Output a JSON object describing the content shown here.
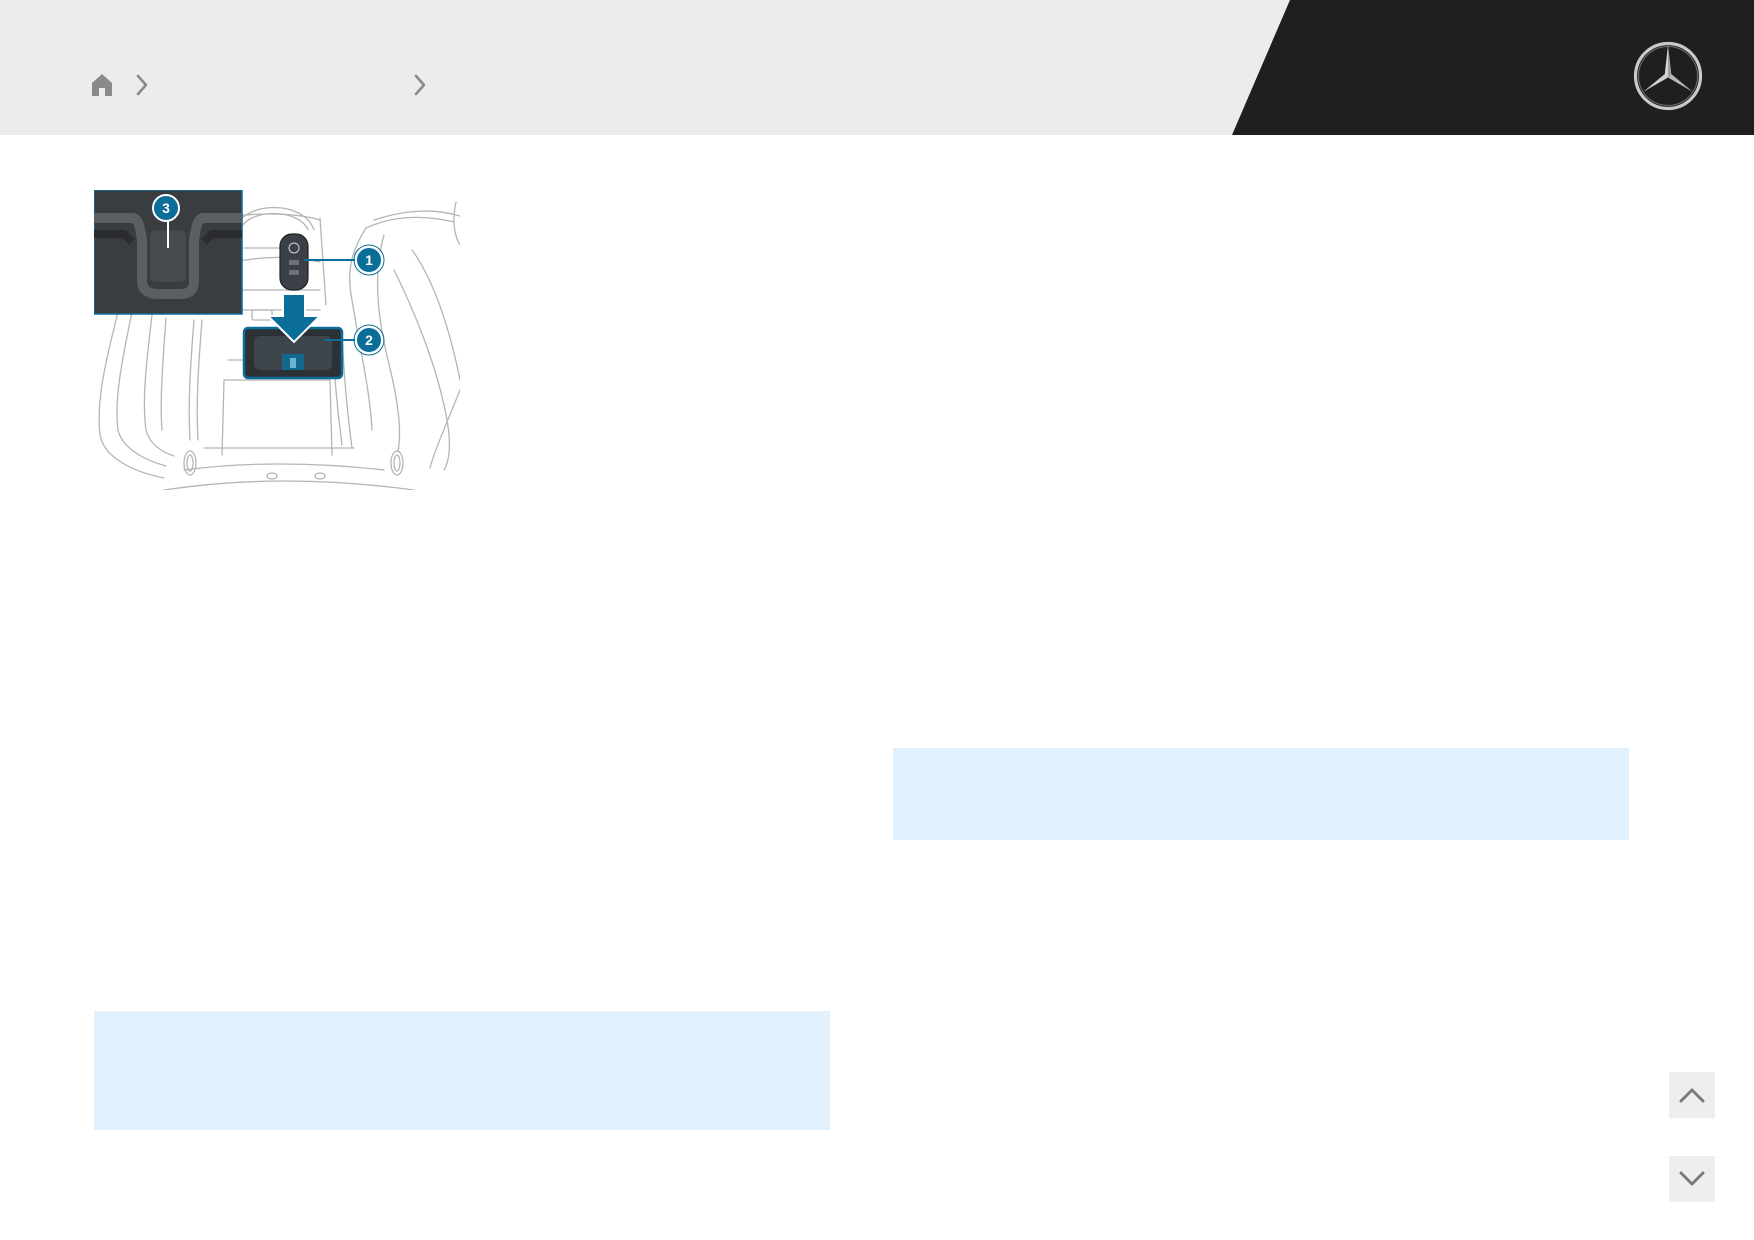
{
  "header": {
    "background_color": "#ececec",
    "brand_panel_color": "#1d1f21",
    "breadcrumb": {
      "icons": [
        "home-icon",
        "chevron-right-icon",
        "chevron-right-icon"
      ]
    },
    "logo": "mercedes-star-icon"
  },
  "illustration": {
    "callouts": [
      "1",
      "2",
      "3"
    ],
    "accent_color": "#0a6e99"
  },
  "info_boxes": {
    "color": "#e0f0fc"
  },
  "navigation": {
    "up_icon": "chevron-up-icon",
    "down_icon": "chevron-down-icon",
    "button_color": "#eeeeee",
    "icon_color": "#7a7a7a"
  }
}
